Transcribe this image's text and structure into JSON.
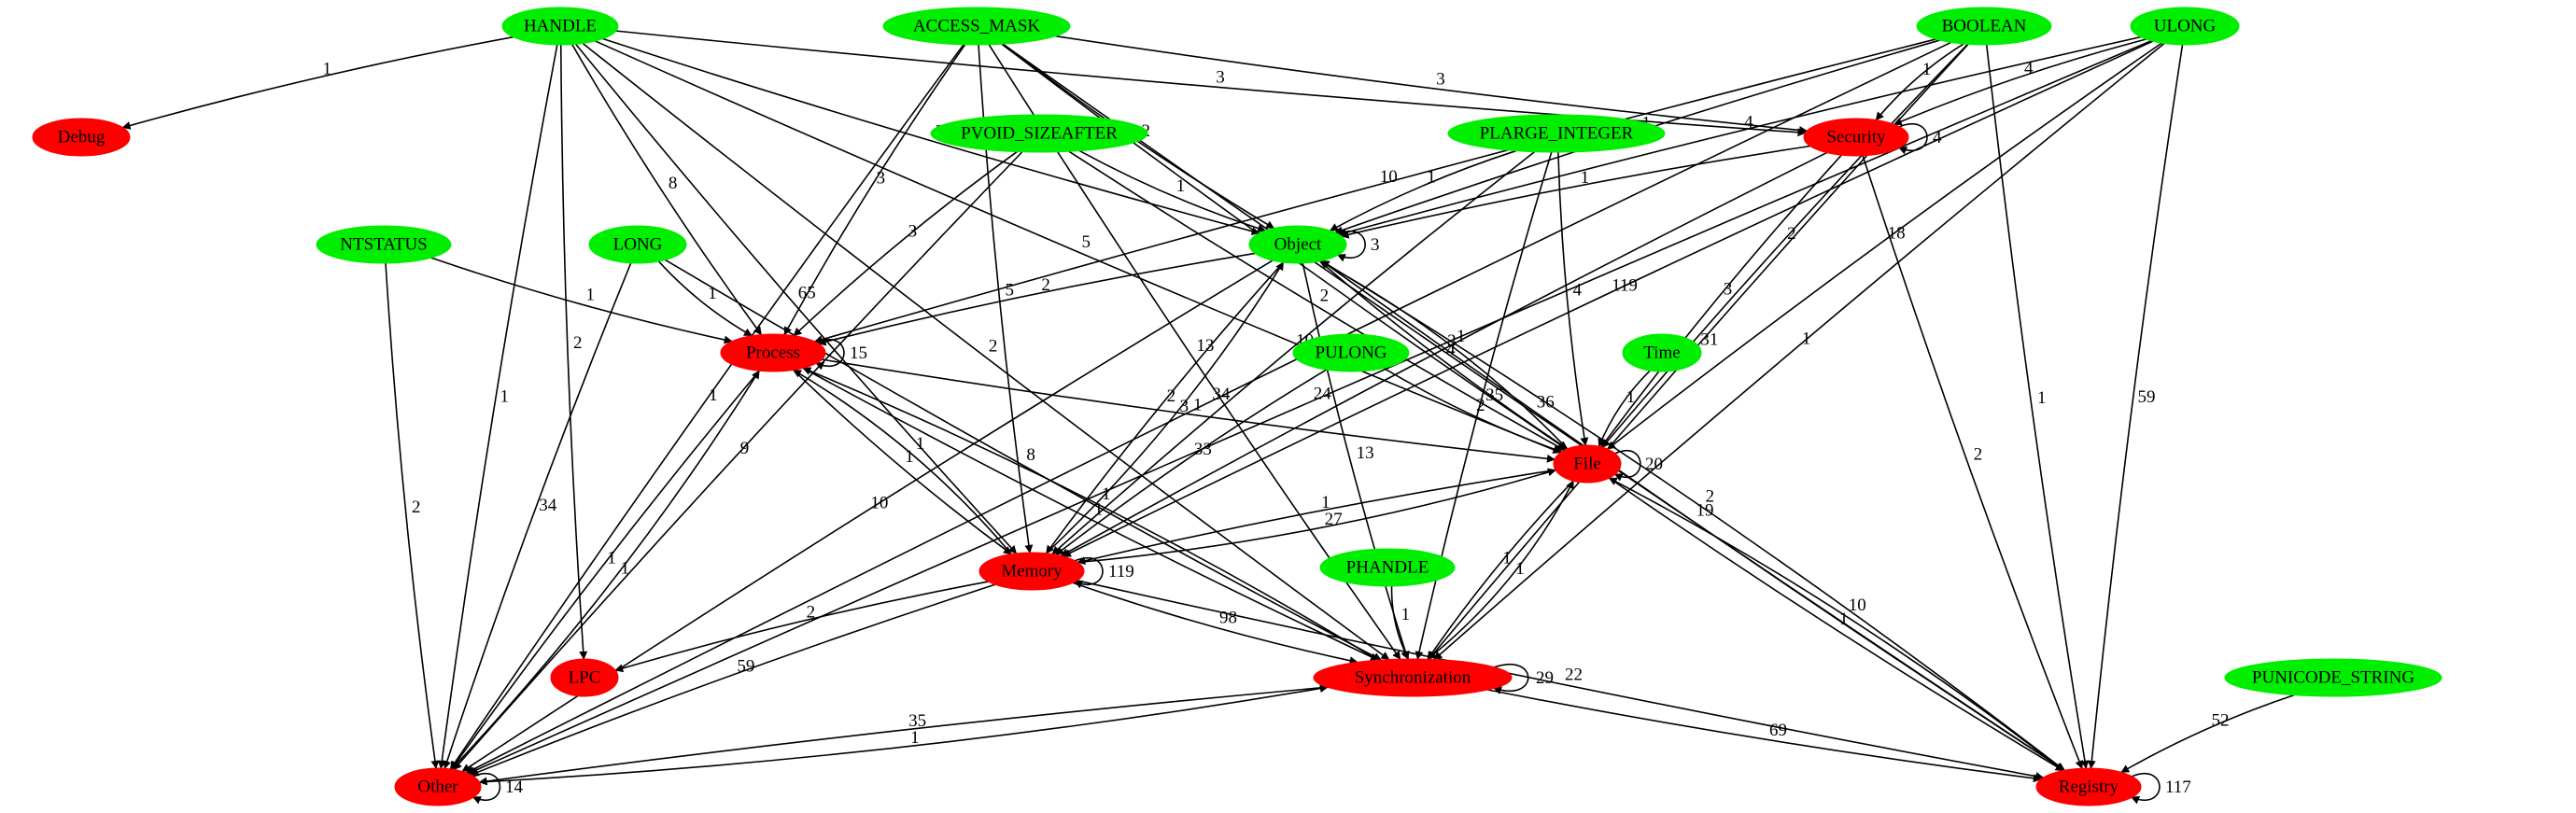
{
  "colors": {
    "type_node": "#00ee00",
    "category_node": "#ff0000",
    "edge": "#000000",
    "background": "#ffffff"
  },
  "nodes": [
    {
      "id": "HANDLE",
      "label": "HANDLE",
      "kind": "type"
    },
    {
      "id": "ACCESS_MASK",
      "label": "ACCESS_MASK",
      "kind": "type"
    },
    {
      "id": "BOOLEAN",
      "label": "BOOLEAN",
      "kind": "type"
    },
    {
      "id": "ULONG",
      "label": "ULONG",
      "kind": "type"
    },
    {
      "id": "PVOID_SIZEAFTER",
      "label": "PVOID_SIZEAFTER",
      "kind": "type"
    },
    {
      "id": "PLARGE_INTEGER",
      "label": "PLARGE_INTEGER",
      "kind": "type"
    },
    {
      "id": "NTSTATUS",
      "label": "NTSTATUS",
      "kind": "type"
    },
    {
      "id": "LONG",
      "label": "LONG",
      "kind": "type"
    },
    {
      "id": "PULONG",
      "label": "PULONG",
      "kind": "type"
    },
    {
      "id": "Time",
      "label": "Time",
      "kind": "type"
    },
    {
      "id": "PHANDLE",
      "label": "PHANDLE",
      "kind": "type"
    },
    {
      "id": "PUNICODE_STRING",
      "label": "PUNICODE_STRING",
      "kind": "type"
    },
    {
      "id": "Object",
      "label": "Object",
      "kind": "type"
    },
    {
      "id": "Debug",
      "label": "Debug",
      "kind": "category"
    },
    {
      "id": "Security",
      "label": "Security",
      "kind": "category"
    },
    {
      "id": "Process",
      "label": "Process",
      "kind": "category"
    },
    {
      "id": "File",
      "label": "File",
      "kind": "category"
    },
    {
      "id": "Memory",
      "label": "Memory",
      "kind": "category"
    },
    {
      "id": "LPC",
      "label": "LPC",
      "kind": "category"
    },
    {
      "id": "Synchronization",
      "label": "Synchronization",
      "kind": "category"
    },
    {
      "id": "Other",
      "label": "Other",
      "kind": "category"
    },
    {
      "id": "Registry",
      "label": "Registry",
      "kind": "category"
    }
  ],
  "edges": [
    {
      "from": "HANDLE",
      "to": "Debug",
      "label": "1"
    },
    {
      "from": "HANDLE",
      "to": "Other",
      "label": "1"
    },
    {
      "from": "HANDLE",
      "to": "LPC",
      "label": "2"
    },
    {
      "from": "HANDLE",
      "to": "Synchronization",
      "label": "2"
    },
    {
      "from": "HANDLE",
      "to": "Memory",
      "label": "65"
    },
    {
      "from": "HANDLE",
      "to": "Process",
      "label": "8"
    },
    {
      "from": "HANDLE",
      "to": "Object",
      "label": "2"
    },
    {
      "from": "HANDLE",
      "to": "Security",
      "label": "3"
    },
    {
      "from": "HANDLE",
      "to": "File",
      "label": "5"
    },
    {
      "from": "ACCESS_MASK",
      "to": "Other",
      "label": "1"
    },
    {
      "from": "ACCESS_MASK",
      "to": "Process",
      "label": "3"
    },
    {
      "from": "ACCESS_MASK",
      "to": "Memory",
      "label": "5"
    },
    {
      "from": "ACCESS_MASK",
      "to": "Synchronization",
      "label": "13"
    },
    {
      "from": "ACCESS_MASK",
      "to": "Object",
      "label": "2"
    },
    {
      "from": "ACCESS_MASK",
      "to": "Security",
      "label": "3"
    },
    {
      "from": "ACCESS_MASK",
      "to": "File",
      "label": "5"
    },
    {
      "from": "ACCESS_MASK",
      "to": "Registry",
      "label": "36"
    },
    {
      "from": "BOOLEAN",
      "to": "Other",
      "label": "34"
    },
    {
      "from": "BOOLEAN",
      "to": "Process",
      "label": "10"
    },
    {
      "from": "BOOLEAN",
      "to": "Object",
      "label": "1"
    },
    {
      "from": "BOOLEAN",
      "to": "Security",
      "label": "1"
    },
    {
      "from": "BOOLEAN",
      "to": "File",
      "label": "2"
    },
    {
      "from": "BOOLEAN",
      "to": "Synchronization",
      "label": "31"
    },
    {
      "from": "BOOLEAN",
      "to": "Registry",
      "label": "1"
    },
    {
      "from": "ULONG",
      "to": "Security",
      "label": "4"
    },
    {
      "from": "ULONG",
      "to": "Object",
      "label": "4"
    },
    {
      "from": "ULONG",
      "to": "Memory",
      "label": "119"
    },
    {
      "from": "ULONG",
      "to": "File",
      "label": "18"
    },
    {
      "from": "ULONG",
      "to": "Synchronization",
      "label": "1"
    },
    {
      "from": "ULONG",
      "to": "Other",
      "label": "24"
    },
    {
      "from": "ULONG",
      "to": "Registry",
      "label": "59"
    },
    {
      "from": "PVOID_SIZEAFTER",
      "to": "Other",
      "label": "9"
    },
    {
      "from": "PVOID_SIZEAFTER",
      "to": "Process",
      "label": "3"
    },
    {
      "from": "PVOID_SIZEAFTER",
      "to": "Object",
      "label": "1"
    },
    {
      "from": "PVOID_SIZEAFTER",
      "to": "File",
      "label": "2"
    },
    {
      "from": "PLARGE_INTEGER",
      "to": "Object",
      "label": "1"
    },
    {
      "from": "PLARGE_INTEGER",
      "to": "Memory",
      "label": "10"
    },
    {
      "from": "PLARGE_INTEGER",
      "to": "File",
      "label": "4"
    },
    {
      "from": "PLARGE_INTEGER",
      "to": "Synchronization",
      "label": "35"
    },
    {
      "from": "NTSTATUS",
      "to": "Process",
      "label": "1"
    },
    {
      "from": "NTSTATUS",
      "to": "Other",
      "label": "2"
    },
    {
      "from": "LONG",
      "to": "Process",
      "label": "1"
    },
    {
      "from": "LONG",
      "to": "Other",
      "label": "34"
    },
    {
      "from": "LONG",
      "to": "Synchronization",
      "label": "8"
    },
    {
      "from": "PULONG",
      "to": "File",
      "label": "2"
    },
    {
      "from": "PULONG",
      "to": "Memory",
      "label": "33"
    },
    {
      "from": "Time",
      "to": "File",
      "label": "1"
    },
    {
      "from": "PHANDLE",
      "to": "Synchronization",
      "label": "1"
    },
    {
      "from": "PUNICODE_STRING",
      "to": "Registry",
      "label": "52"
    },
    {
      "from": "Security",
      "to": "Security",
      "label": "4"
    },
    {
      "from": "Security",
      "to": "Object",
      "label": "1"
    },
    {
      "from": "Security",
      "to": "File",
      "label": "3"
    },
    {
      "from": "Security",
      "to": "Memory",
      "label": "3"
    },
    {
      "from": "Security",
      "to": "Registry",
      "label": "2"
    },
    {
      "from": "Object",
      "to": "Object",
      "label": "3"
    },
    {
      "from": "Object",
      "to": "Process",
      "label": "2"
    },
    {
      "from": "Object",
      "to": "Memory",
      "label": "2"
    },
    {
      "from": "Object",
      "to": "Other",
      "label": "10"
    },
    {
      "from": "Object",
      "to": "File",
      "label": "4"
    },
    {
      "from": "Object",
      "to": "Synchronization",
      "label": "13"
    },
    {
      "from": "Object",
      "to": "Registry",
      "label": "19"
    },
    {
      "from": "Process",
      "to": "Process",
      "label": "15"
    },
    {
      "from": "Process",
      "to": "File",
      "label": "1"
    },
    {
      "from": "Process",
      "to": "Memory",
      "label": "1"
    },
    {
      "from": "Process",
      "to": "Synchronization",
      "label": "1"
    },
    {
      "from": "Process",
      "to": "Other",
      "label": "1"
    },
    {
      "from": "File",
      "to": "File",
      "label": "20"
    },
    {
      "from": "File",
      "to": "Object",
      "label": "1"
    },
    {
      "from": "File",
      "to": "Memory",
      "label": "1"
    },
    {
      "from": "File",
      "to": "Synchronization",
      "label": "1"
    },
    {
      "from": "File",
      "to": "Registry",
      "label": "1"
    },
    {
      "from": "Memory",
      "to": "Memory",
      "label": "119"
    },
    {
      "from": "Memory",
      "to": "Object",
      "label": "3"
    },
    {
      "from": "Memory",
      "to": "Process",
      "label": "1"
    },
    {
      "from": "Memory",
      "to": "File",
      "label": "27"
    },
    {
      "from": "Memory",
      "to": "LPC",
      "label": "2"
    },
    {
      "from": "Memory",
      "to": "Synchronization",
      "label": "98"
    },
    {
      "from": "Memory",
      "to": "Other",
      "label": "59"
    },
    {
      "from": "Memory",
      "to": "Registry",
      "label": "22"
    },
    {
      "from": "Synchronization",
      "to": "Synchronization",
      "label": "29"
    },
    {
      "from": "Synchronization",
      "to": "Process",
      "label": "1"
    },
    {
      "from": "Synchronization",
      "to": "File",
      "label": "1"
    },
    {
      "from": "Synchronization",
      "to": "Other",
      "label": "35"
    },
    {
      "from": "Synchronization",
      "to": "Registry",
      "label": "69"
    },
    {
      "from": "Other",
      "to": "Other",
      "label": "14"
    },
    {
      "from": "Other",
      "to": "Process",
      "label": "1"
    },
    {
      "from": "Other",
      "to": "Synchronization",
      "label": "1"
    },
    {
      "from": "Registry",
      "to": "Registry",
      "label": "117"
    },
    {
      "from": "Registry",
      "to": "File",
      "label": "10"
    },
    {
      "from": "Registry",
      "to": "Object",
      "label": "2"
    }
  ]
}
